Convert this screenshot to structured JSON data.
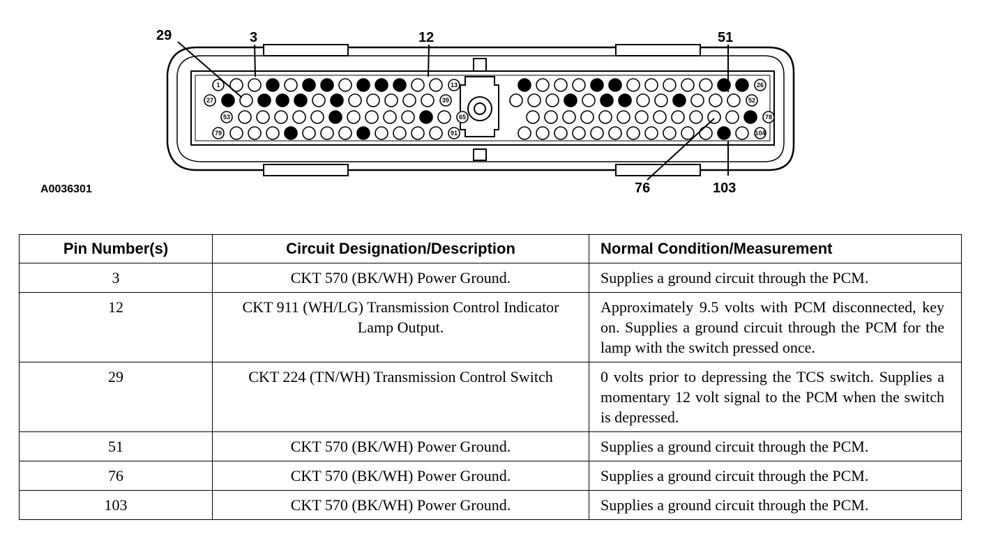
{
  "figure_id": "A0036301",
  "connector": {
    "rows": [
      {
        "start": "1",
        "end": "26",
        "left_count": 12,
        "right_count": 13,
        "left_filled": [
          2,
          4,
          5,
          7,
          8,
          9
        ],
        "right_filled": [
          0,
          4,
          5,
          11,
          12
        ]
      },
      {
        "start": "27",
        "end": "52",
        "left_count": 12,
        "right_count": 13,
        "left_filled": [
          0,
          2,
          3,
          4,
          6
        ],
        "right_filled": [
          3,
          5,
          6,
          9
        ]
      },
      {
        "start": "53",
        "end": "78",
        "left_count": 12,
        "right_count": 13,
        "left_filled": [
          5,
          10
        ],
        "right_filled": [
          12
        ]
      },
      {
        "start": "79",
        "end": "104",
        "left_count": 12,
        "right_count": 13,
        "left_filled": [
          3,
          7
        ],
        "right_filled": [
          11
        ]
      }
    ],
    "left_end_labels": [
      "13",
      "39",
      "65",
      "91"
    ],
    "callouts": [
      {
        "label": "29",
        "pin": "29"
      },
      {
        "label": "3",
        "pin": "3"
      },
      {
        "label": "12",
        "pin": "12"
      },
      {
        "label": "51",
        "pin": "51"
      },
      {
        "label": "76",
        "pin": "76"
      },
      {
        "label": "103",
        "pin": "103"
      }
    ]
  },
  "table": {
    "headers": [
      "Pin Number(s)",
      "Circuit Designation/Description",
      "Normal Condition/Measurement"
    ],
    "rows": [
      {
        "pin": "3",
        "circuit": "CKT 570 (BK/WH) Power Ground.",
        "condition": "Supplies a ground circuit through the PCM."
      },
      {
        "pin": "12",
        "circuit": "CKT 911 (WH/LG) Transmission Control Indicator Lamp Output.",
        "condition": "Approximately 9.5 volts with PCM disconnected, key on. Supplies a ground circuit through the PCM for the lamp with the switch pressed once."
      },
      {
        "pin": "29",
        "circuit": "CKT 224 (TN/WH) Transmission Control Switch",
        "condition": "0 volts prior to depressing the TCS switch. Supplies a momentary 12 volt signal to the PCM when the switch is depressed."
      },
      {
        "pin": "51",
        "circuit": "CKT 570 (BK/WH) Power Ground.",
        "condition": "Supplies a ground circuit through the PCM."
      },
      {
        "pin": "76",
        "circuit": "CKT 570 (BK/WH) Power Ground.",
        "condition": "Supplies a ground circuit through the PCM."
      },
      {
        "pin": "103",
        "circuit": "CKT 570 (BK/WH) Power Ground.",
        "condition": "Supplies a ground circuit through the PCM."
      }
    ]
  }
}
